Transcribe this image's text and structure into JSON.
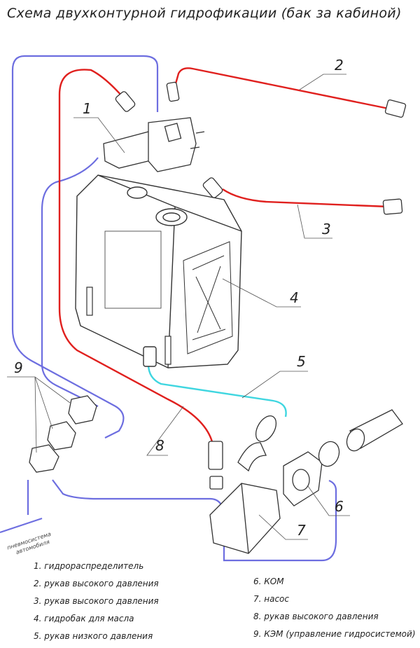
{
  "title": "Схема двухконтурной гидрофикации (бак за кабиной)",
  "callouts": [
    "1",
    "2",
    "3",
    "4",
    "5",
    "6",
    "7",
    "8",
    "9"
  ],
  "pneumo_label": [
    "пневмосистема",
    "автомобиля"
  ],
  "legend_left": [
    "1. гидрораспределитель",
    "2. рукав высокого давления",
    "3. рукав высокого давления",
    "4. гидробак для масла",
    "5. рукав низкого давления"
  ],
  "legend_right": [
    "6. КОМ",
    "7. насос",
    "8. рукав высокого давления",
    "9. КЭМ (управление гидросистемой)"
  ],
  "colors": {
    "high_pressure": "#e0201e",
    "low_pressure": "#3fd6e0",
    "pneumatic": "#6d6ee0",
    "outline": "#333333"
  }
}
